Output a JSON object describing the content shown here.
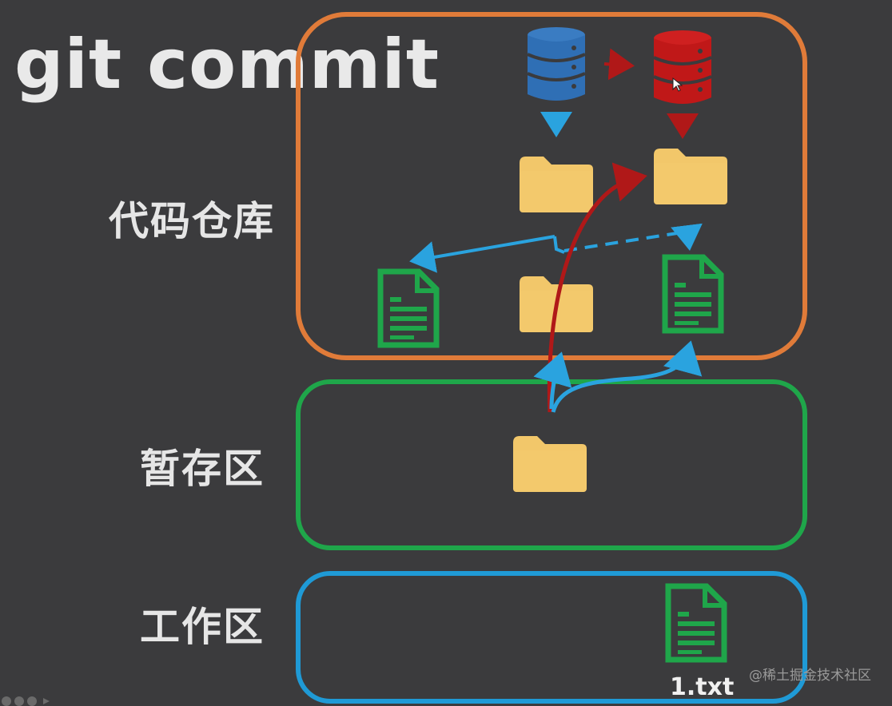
{
  "title": "git commit",
  "zones": {
    "repository": "代码仓库",
    "staging": "暂存区",
    "working": "工作区"
  },
  "file_name": "1.txt",
  "watermark": "@稀土掘金技术社区",
  "colors": {
    "background": "#3b3b3d",
    "repository_border": "#e07b39",
    "staging_border": "#1fa64a",
    "working_border": "#1f9ad6",
    "blue_arrow": "#2aa3df",
    "red_arrow": "#b01818",
    "folder": "#f2c76a",
    "document": "#1fa64a",
    "blue_database": "#2f6fb5",
    "red_database": "#c01818"
  },
  "icons": [
    "blue-database-icon",
    "red-database-icon",
    "folder-icon",
    "document-icon",
    "cursor-icon"
  ]
}
